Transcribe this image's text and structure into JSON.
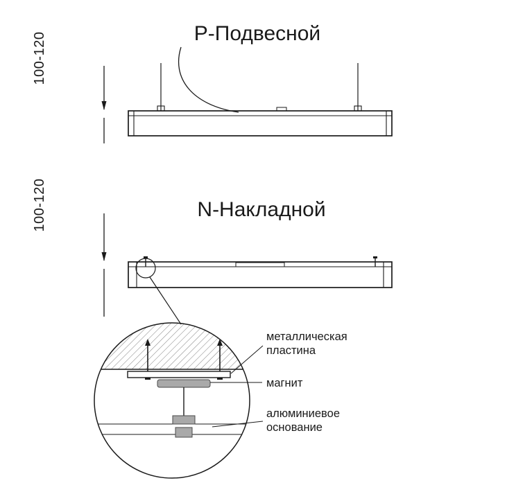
{
  "drawing": {
    "suspended": {
      "title": "Р-Подвесной",
      "dimension": "100-120"
    },
    "surface": {
      "title": "N-Накладной",
      "dimension": "100-120"
    },
    "detail_labels": {
      "plate_line1": "металлическая",
      "plate_line2": "пластина",
      "magnet": "магнит",
      "base_line1": "алюминиевое",
      "base_line2": "основание"
    },
    "colors": {
      "line": "#1a1a1a",
      "gray": "#a9a9a9",
      "gray_stroke": "#4a4a4a",
      "hatch": "#8a8a8a"
    }
  }
}
